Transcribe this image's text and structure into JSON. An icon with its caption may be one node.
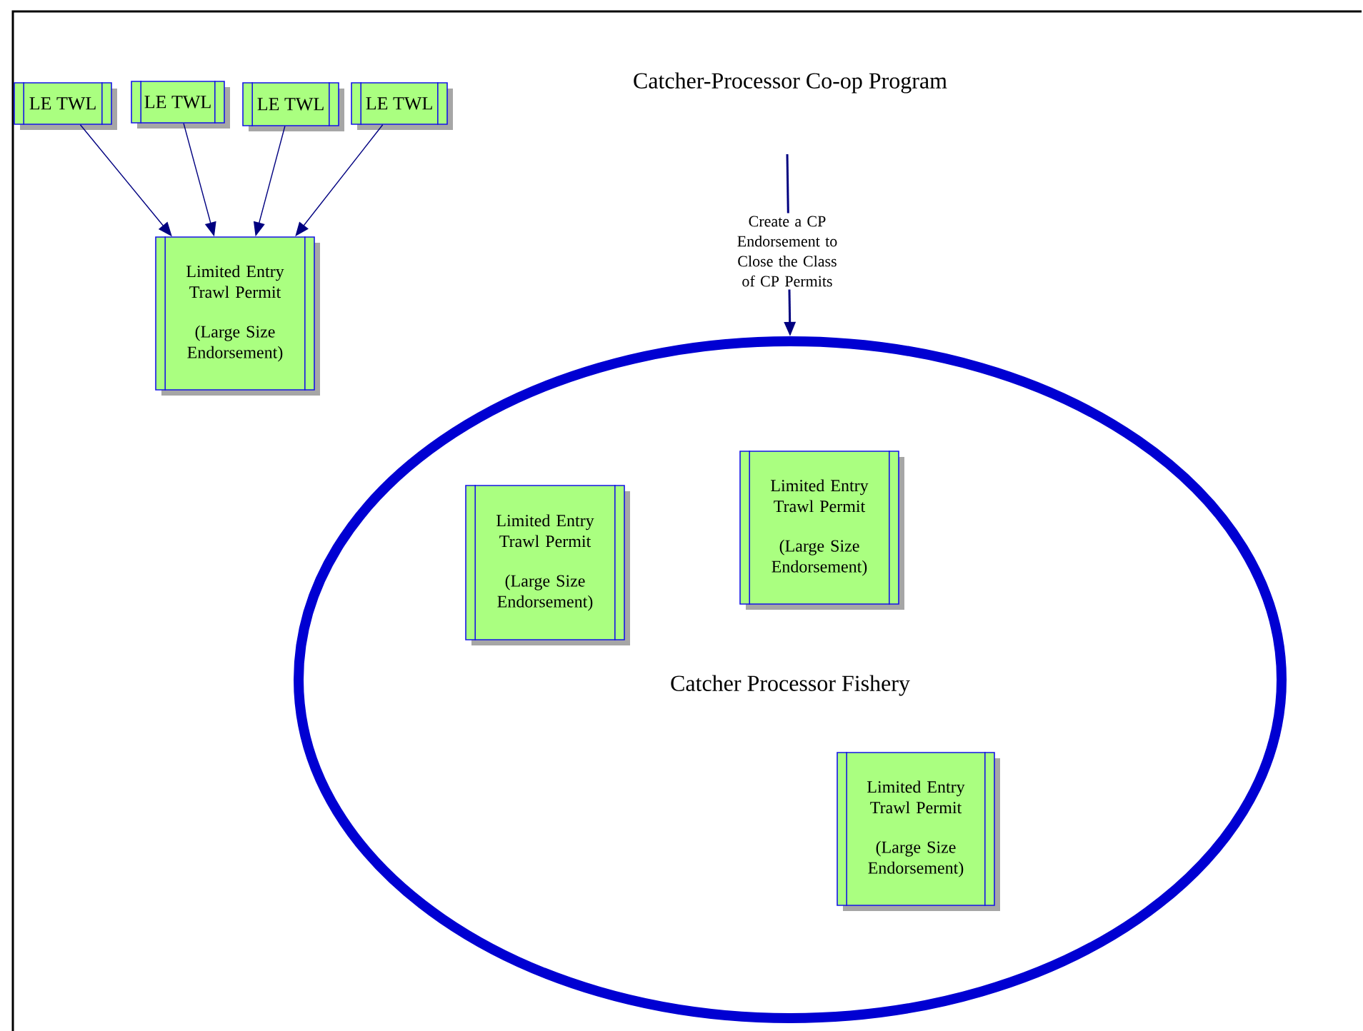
{
  "diagram": {
    "title": "Catcher-Processor Co-op Program",
    "nodes": [
      {
        "text": [
          "LE TWL"
        ]
      },
      {
        "text": [
          "LE TWL"
        ]
      },
      {
        "text": [
          "LE TWL"
        ]
      },
      {
        "text": [
          "LE TWL"
        ]
      },
      {
        "text": [
          "Limited Entry Trawl Permit",
          "(Large Size Endorsement)"
        ]
      },
      {
        "text": [
          "Catcher Processor Fishery"
        ]
      },
      {
        "text": [
          "Limited Entry Trawl Permit",
          "(Large Size Endorsement)"
        ],
        "in": 5
      },
      {
        "text": [
          "Limited Entry Trawl Permit",
          "(Large Size Endorsement)"
        ],
        "in": 5
      },
      {
        "text": [
          "Limited Entry Trawl Permit",
          "(Large Size Endorsement)"
        ],
        "in": 5
      }
    ],
    "edges": [
      {
        "from": 0,
        "to": 4,
        "arrow": "to"
      },
      {
        "from": 1,
        "to": 4,
        "arrow": "to"
      },
      {
        "from": 2,
        "to": 4,
        "arrow": "to"
      },
      {
        "from": 3,
        "to": 4,
        "arrow": "to"
      },
      {
        "from": null,
        "to": 5,
        "arrow": "to",
        "label": "Create a CP Endorsement to Close the Class of CP Permits"
      }
    ]
  }
}
